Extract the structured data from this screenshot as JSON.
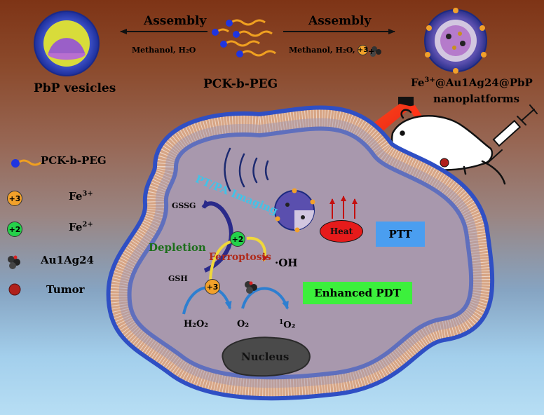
{
  "header": {
    "assembly_left": "Assembly",
    "assembly_right": "Assembly",
    "solvent_left": "Methanol, H₂O",
    "solvent_right": "Methanol,  H₂O,",
    "solvent_plus": "+",
    "polymer_name": "PCK-b-PEG",
    "vesicle_name": "PbP  vesicles",
    "platform_fe": "Fe",
    "platform_fe_sup": "3+",
    "platform_rest": "@Au1Ag24@PbP",
    "platform_line2": "nanoplatforms"
  },
  "legend": {
    "items": [
      {
        "label": "PCK-b-PEG",
        "sup": ""
      },
      {
        "label": "Fe",
        "sup": "3+"
      },
      {
        "label": "Fe",
        "sup": "2+"
      },
      {
        "label": "Au1Ag24",
        "sup": ""
      },
      {
        "label": "Tumor",
        "sup": ""
      }
    ]
  },
  "ions": {
    "fe3": "+3",
    "fe2": "+2"
  },
  "cell": {
    "imaging": "PT/PA Imaging",
    "heat": "Heat",
    "ptt": "PTT",
    "gssg": "GSSG",
    "gsh": "GSH",
    "depletion": "Depletion",
    "ferroptosis": "Ferroptosis",
    "oh": "·OH",
    "enhanced_pdt": "Enhanced PDT",
    "h2o2": "H₂O₂",
    "o2": "O₂",
    "singlet_sup": "1",
    "singlet_o2": "O₂",
    "nucleus": "Nucleus"
  },
  "colors": {
    "membrane_bead": "#2f4fc4",
    "membrane_core": "#d7a585",
    "pcl_chain": "#f0a020",
    "peg_bead": "#1f35e0",
    "fe3": "#f2a12a",
    "fe2": "#24d14a",
    "tumor": "#b0201b",
    "laser": "#ff2a10",
    "heat": "#e61b1b",
    "ptt_box": "#4a9ef0",
    "pdt_box": "#3cf03c",
    "imaging_text": "#41c3e8",
    "depletion_text": "#1c6e1a",
    "ferroptosis_text": "#b02a1a",
    "nucleus": "#4a4a4a"
  }
}
